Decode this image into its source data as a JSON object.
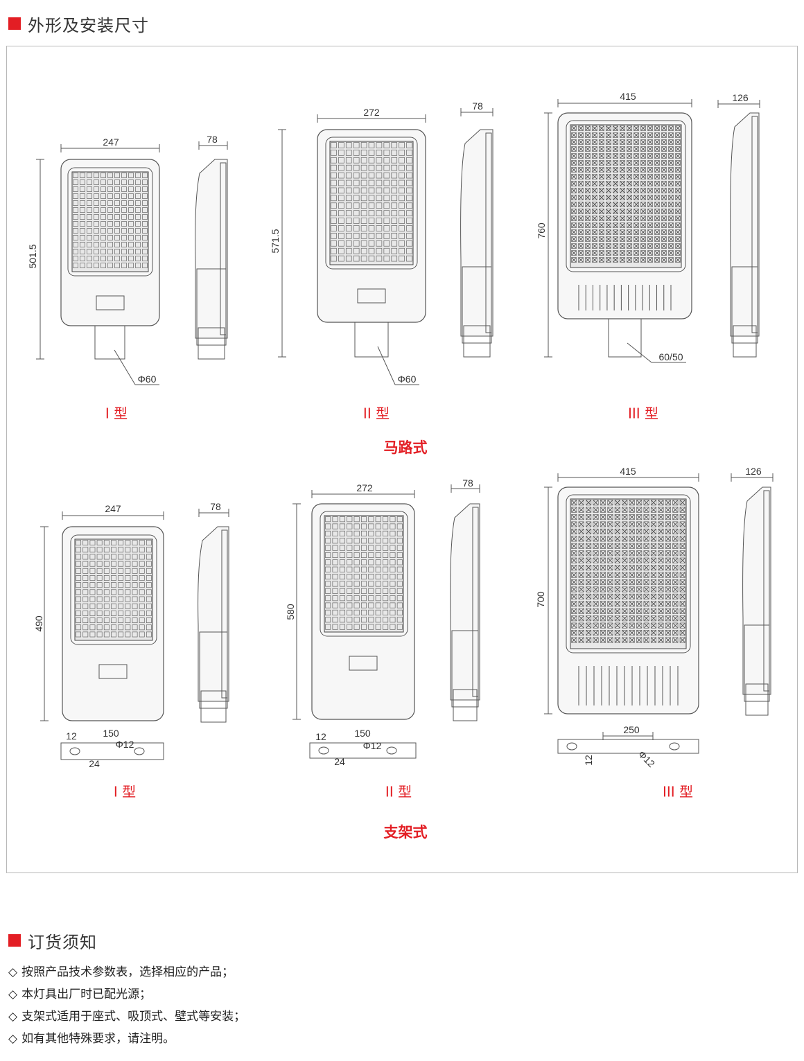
{
  "section1": {
    "title": "外形及安装尺寸"
  },
  "road": {
    "category": "马路式",
    "types": [
      "I 型",
      "II 型",
      "III 型"
    ],
    "dims": {
      "t1": {
        "width": "247",
        "side": "78",
        "height": "501.5",
        "pole": "Φ60"
      },
      "t2": {
        "width": "272",
        "side": "78",
        "height": "571.5",
        "pole": "Φ60"
      },
      "t3": {
        "width": "415",
        "side": "126",
        "height": "760",
        "pole": "60/50"
      }
    }
  },
  "bracket": {
    "category": "支架式",
    "types": [
      "I 型",
      "II 型",
      "III 型"
    ],
    "dims": {
      "t1": {
        "width": "247",
        "side": "78",
        "height": "490",
        "hole_offset": "12",
        "hole_span": "150",
        "hole_dia": "Φ12",
        "slot": "24"
      },
      "t2": {
        "width": "272",
        "side": "78",
        "height": "580",
        "hole_offset": "12",
        "hole_span": "150",
        "hole_dia": "Φ12",
        "slot": "24"
      },
      "t3": {
        "width": "415",
        "side": "126",
        "height": "700",
        "hole_span": "250",
        "hole_offset": "12",
        "hole_dia": "Φ12"
      }
    }
  },
  "section2": {
    "title": "订货须知",
    "bullet": "◇",
    "items": [
      "按照产品技术参数表，选择相应的产品；",
      "本灯具出厂时已配光源；",
      "支架式适用于座式、吸顶式、壁式等安装；",
      "如有其他特殊要求，请注明。"
    ]
  }
}
